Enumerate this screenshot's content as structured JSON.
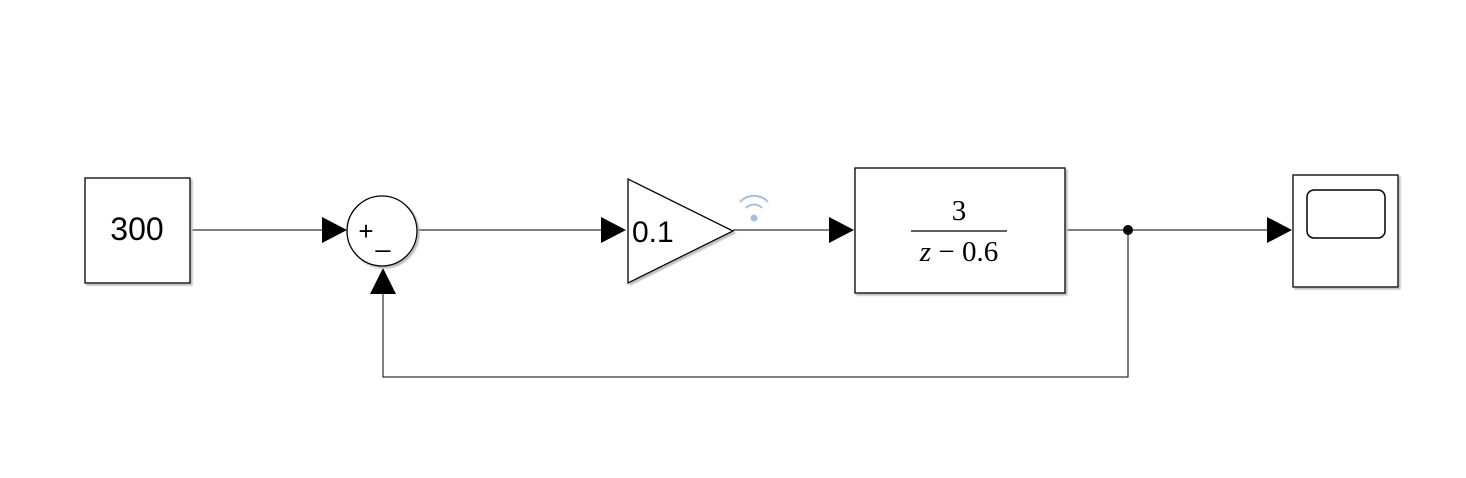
{
  "diagram": {
    "blocks": {
      "constant": {
        "value": "300"
      },
      "sum": {
        "plus": "+",
        "minus": "_"
      },
      "gain": {
        "value": "0.1"
      },
      "transfer_fn": {
        "numerator": "3",
        "denominator_var": "z",
        "denominator_rest": " − 0.6"
      },
      "scope": {}
    },
    "colors": {
      "line": "#000000",
      "signal_icon": "#a8c0dc",
      "shadow": "#c8c8c8"
    }
  }
}
